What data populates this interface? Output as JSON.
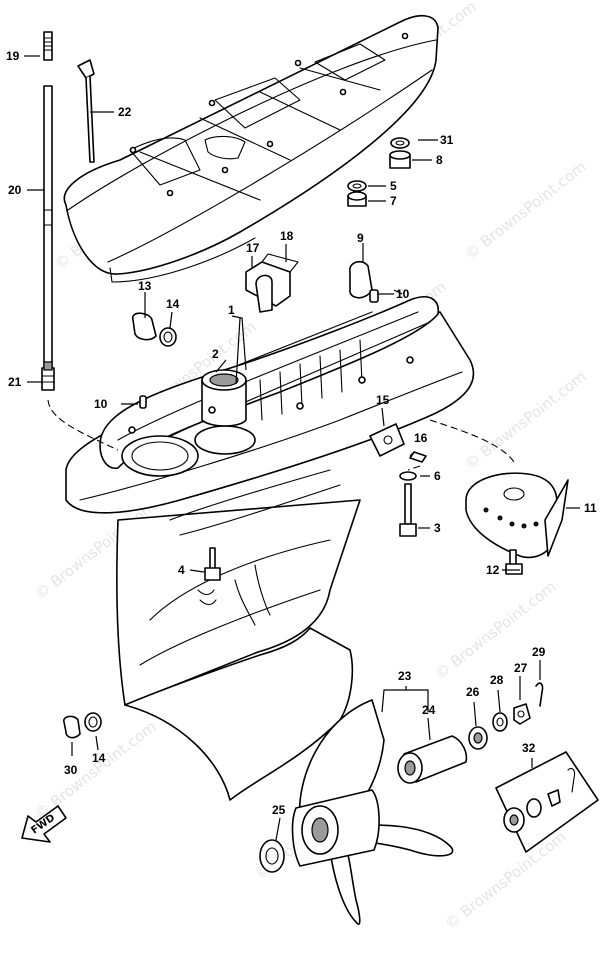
{
  "watermark": "© BrownsPoint.com",
  "fwd_label": "FWD",
  "callouts": {
    "c1": "1",
    "c2": "2",
    "c3": "3",
    "c4": "4",
    "c5": "5",
    "c6": "6",
    "c7": "7",
    "c8": "8",
    "c9": "9",
    "c10a": "10",
    "c10b": "10",
    "c11": "11",
    "c12": "12",
    "c13": "13",
    "c14a": "14",
    "c14b": "14",
    "c15": "15",
    "c16": "16",
    "c17": "17",
    "c18": "18",
    "c19": "19",
    "c20": "20",
    "c21": "21",
    "c22": "22",
    "c23": "23",
    "c24": "24",
    "c25": "25",
    "c26": "26",
    "c27": "27",
    "c28": "28",
    "c29": "29",
    "c30": "30",
    "c31": "31",
    "c32": "32"
  }
}
